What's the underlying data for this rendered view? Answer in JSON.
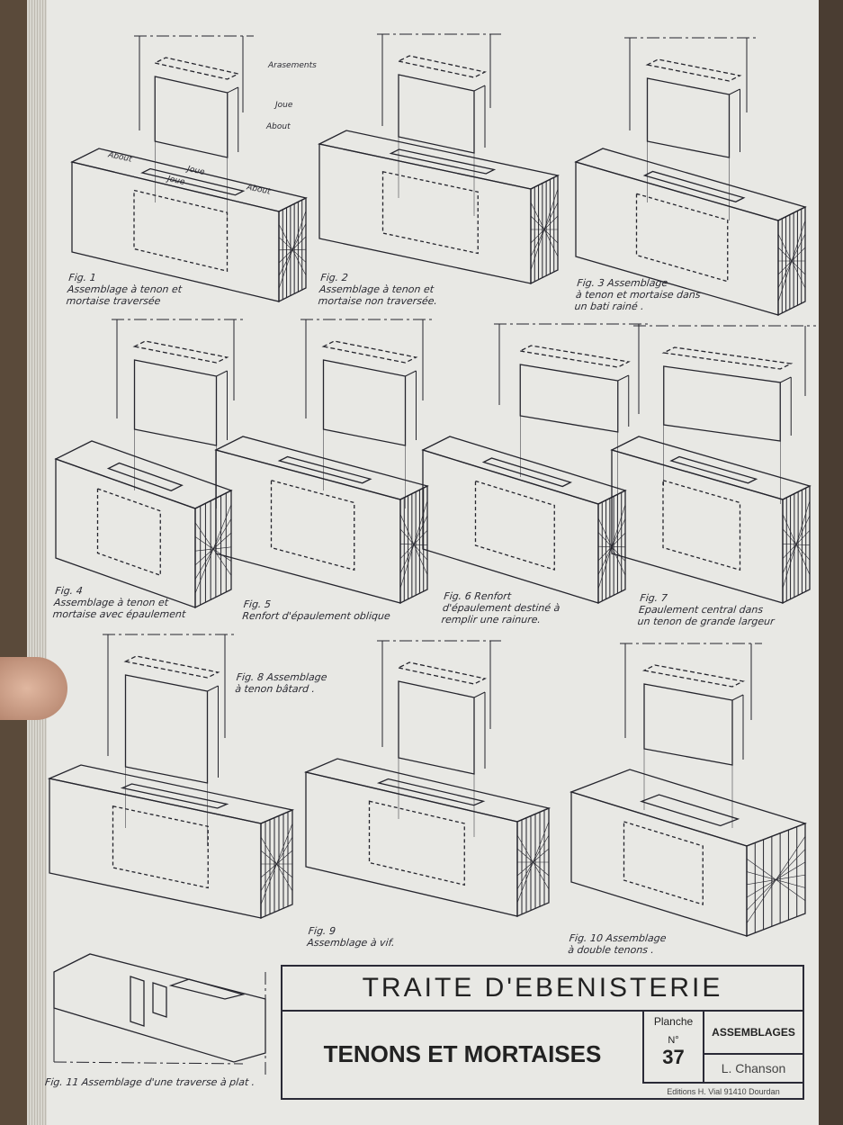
{
  "figures": [
    {
      "caption": [
        "Fig. 1",
        "Assemblage à tenon et",
        "mortaise traversée"
      ]
    },
    {
      "caption": [
        "Fig. 2",
        "Assemblage à tenon et",
        "mortaise non traversée."
      ]
    },
    {
      "caption": [
        "Fig. 3  Assemblage",
        "à tenon et mortaise dans",
        "un bati rainé ."
      ]
    },
    {
      "caption": [
        "Fig. 4",
        "Assemblage à tenon et",
        "mortaise avec épaulement"
      ]
    },
    {
      "caption": [
        "Fig. 5",
        "Renfort d'épaulement oblique"
      ]
    },
    {
      "caption": [
        "Fig. 6  Renfort",
        "d'épaulement destiné à",
        "remplir une rainure."
      ]
    },
    {
      "caption": [
        "Fig. 7",
        "Epaulement central dans",
        "un tenon de grande largeur"
      ]
    },
    {
      "caption": [
        "Fig. 8  Assemblage",
        "à tenon bâtard ."
      ]
    },
    {
      "caption": [
        "Fig. 9",
        "Assemblage à vif."
      ]
    },
    {
      "caption": [
        "Fig. 10  Assemblage",
        "à double tenons ."
      ]
    },
    {
      "caption": [
        "Fig. 11  Assemblage d'une traverse à plat ."
      ]
    }
  ],
  "fig1_labels": {
    "arasements": "Arasements",
    "joue": "Joue",
    "about": "About",
    "about_top": "About",
    "joue_top1": "Joue",
    "joue_top2": "Joue",
    "about_right": "About"
  },
  "title_block": {
    "series": "TRAITE  D'EBENISTERIE",
    "subject": "TENONS ET MORTAISES",
    "planche_label": "Planche",
    "number_label": "N°",
    "number": "37",
    "category": "ASSEMBLAGES",
    "author": "L. Chanson",
    "publisher": "Editions H. Vial 91410 Dourdan"
  }
}
